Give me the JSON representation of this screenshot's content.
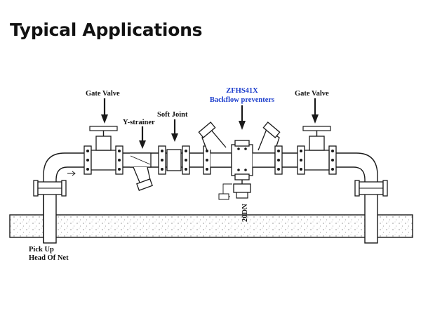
{
  "title": "Typical Applications",
  "labels": {
    "gate_valve_left": "Gate Valve",
    "y_strainer": "Y-strainer",
    "soft_joint": "Soft Joint",
    "model": "ZFHS41X",
    "backflow": "Backflow preventers",
    "gate_valve_right": "Gate Valve",
    "size": "20DN",
    "pick_up_1": "Pick Up",
    "pick_up_2": "Head Of Net"
  },
  "colors": {
    "accent": "#1a3ccc",
    "line": "#1a1a1a"
  }
}
